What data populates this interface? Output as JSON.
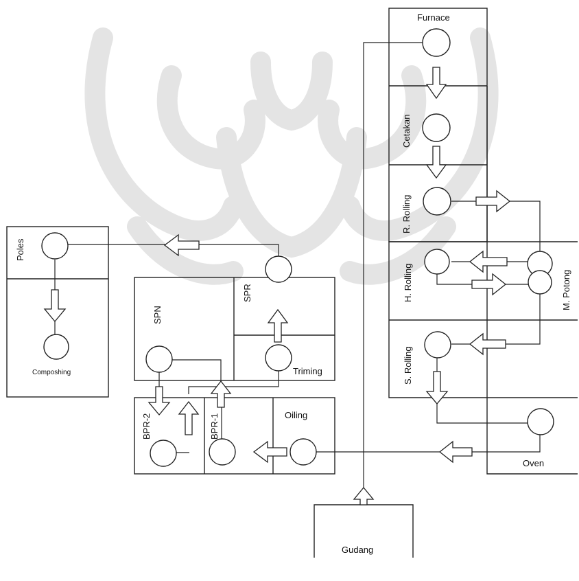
{
  "labels": {
    "furnace": "Furnace",
    "cetakan": "Cetakan",
    "r_rolling": "R. Rolling",
    "h_rolling": "H. Rolling",
    "m_potong": "M. Potong",
    "s_rolling": "S. Rolling",
    "oven": "Oven",
    "poles": "Poles",
    "composhing": "Composhing",
    "spn": "SPN",
    "spr": "SPR",
    "triming": "Triming",
    "bpr2": "BPR-2",
    "bpr1": "BPR-1",
    "oiling": "Oiling",
    "gudang": "Gudang"
  }
}
